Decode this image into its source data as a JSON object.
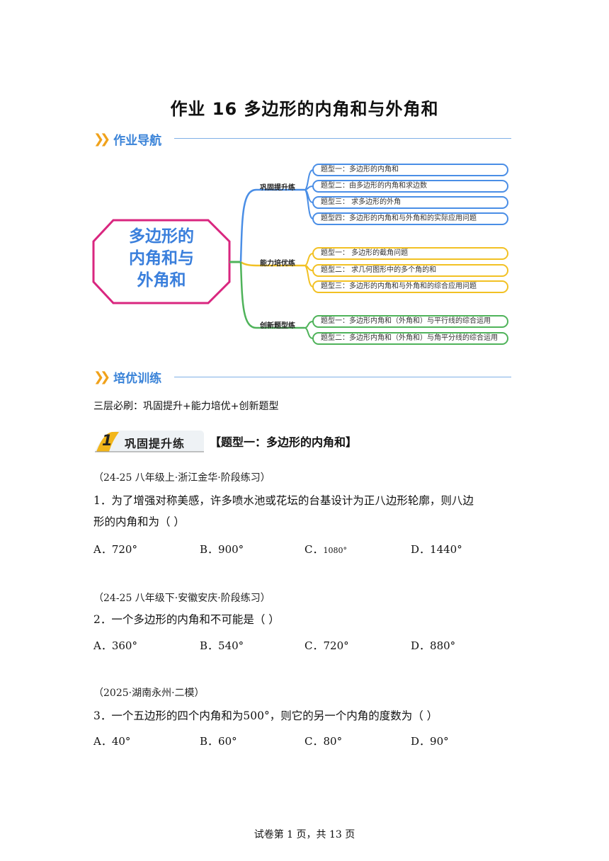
{
  "doc": {
    "title": "作业 16 多边形的内角和与外角和",
    "nav_label": "作业导航",
    "train_label": "培优训练",
    "intro": "三层必刷：巩固提升+能力培优+创新题型",
    "footer": "试卷第 1 页，共 13 页"
  },
  "mindmap": {
    "center": [
      "多边形的",
      "内角和与",
      "外角和"
    ],
    "branches": [
      {
        "label": "巩固提升练",
        "color": "#4a8ee6",
        "items": [
          "题型一：多边形的内角和",
          "题型二：由多边形的内角和求边数",
          "题型三：  求多边形的外角",
          "题型四：多边形的内角和与外角和的实际应用问题"
        ]
      },
      {
        "label": "能力培优练",
        "color": "#f2c124",
        "items": [
          "题型一：  多边形的截角问题",
          "题型二：  求几何图形中的多个角的和",
          "题型三：多边形的内角和与外角和的综合应用问题"
        ]
      },
      {
        "label": "创新题型练",
        "color": "#4fb35a",
        "items": [
          "题型一：多边形内角和（外角和）与平行线的综合运用",
          "题型二：多边形内角和（外角和）与角平分线的综合运用"
        ]
      }
    ]
  },
  "section1": {
    "badge_num": "1",
    "badge_label": "巩固提升练",
    "topic": "【题型一：多边形的内角和】"
  },
  "questions": [
    {
      "source": "（24-25 八年级上·浙江金华·阶段练习）",
      "stem_line1": "1．为了增强对称美感，许多喷水池或花坛的台基设计为正八边形轮廓，则八边",
      "stem_line2": "形的内角和为（    ）",
      "options": [
        "A．720°",
        "B．900°",
        "C．",
        "D．1440°"
      ],
      "option_c_small": "1080°"
    },
    {
      "source": "（24-25 八年级下·安徽安庆·阶段练习）",
      "stem_line1": "2．一个多边形的内角和不可能是（    ）",
      "options": [
        "A．360°",
        "B．540°",
        "C．720°",
        "D．880°"
      ]
    },
    {
      "source": "（2025·湖南永州·二模）",
      "stem_line1": "3．一个五边形的四个内角和为500°，则它的另一个内角的度数为（    ）",
      "options": [
        "A．40°",
        "B．60°",
        "C．80°",
        "D．90°"
      ]
    }
  ]
}
